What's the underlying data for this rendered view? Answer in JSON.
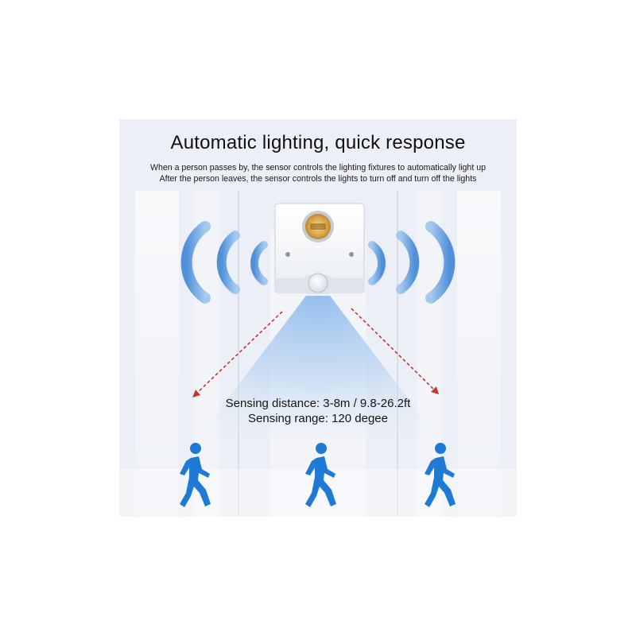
{
  "heading": {
    "title": "Automatic lighting, quick response",
    "line1": "When a person passes by, the sensor controls the lighting fixtures to automatically light up",
    "line2": "After the person leaves, the sensor controls the lights to turn off and turn off the lights"
  },
  "specs": {
    "distance": "Sensing distance: 3-8m / 9.8-26.2ft",
    "range": "Sensing range: 120 degee"
  },
  "colors": {
    "signal_wave": "#4a8fd8",
    "person": "#1f7ad6",
    "arrow": "#c0392b",
    "beam": "#9ec3ee"
  }
}
